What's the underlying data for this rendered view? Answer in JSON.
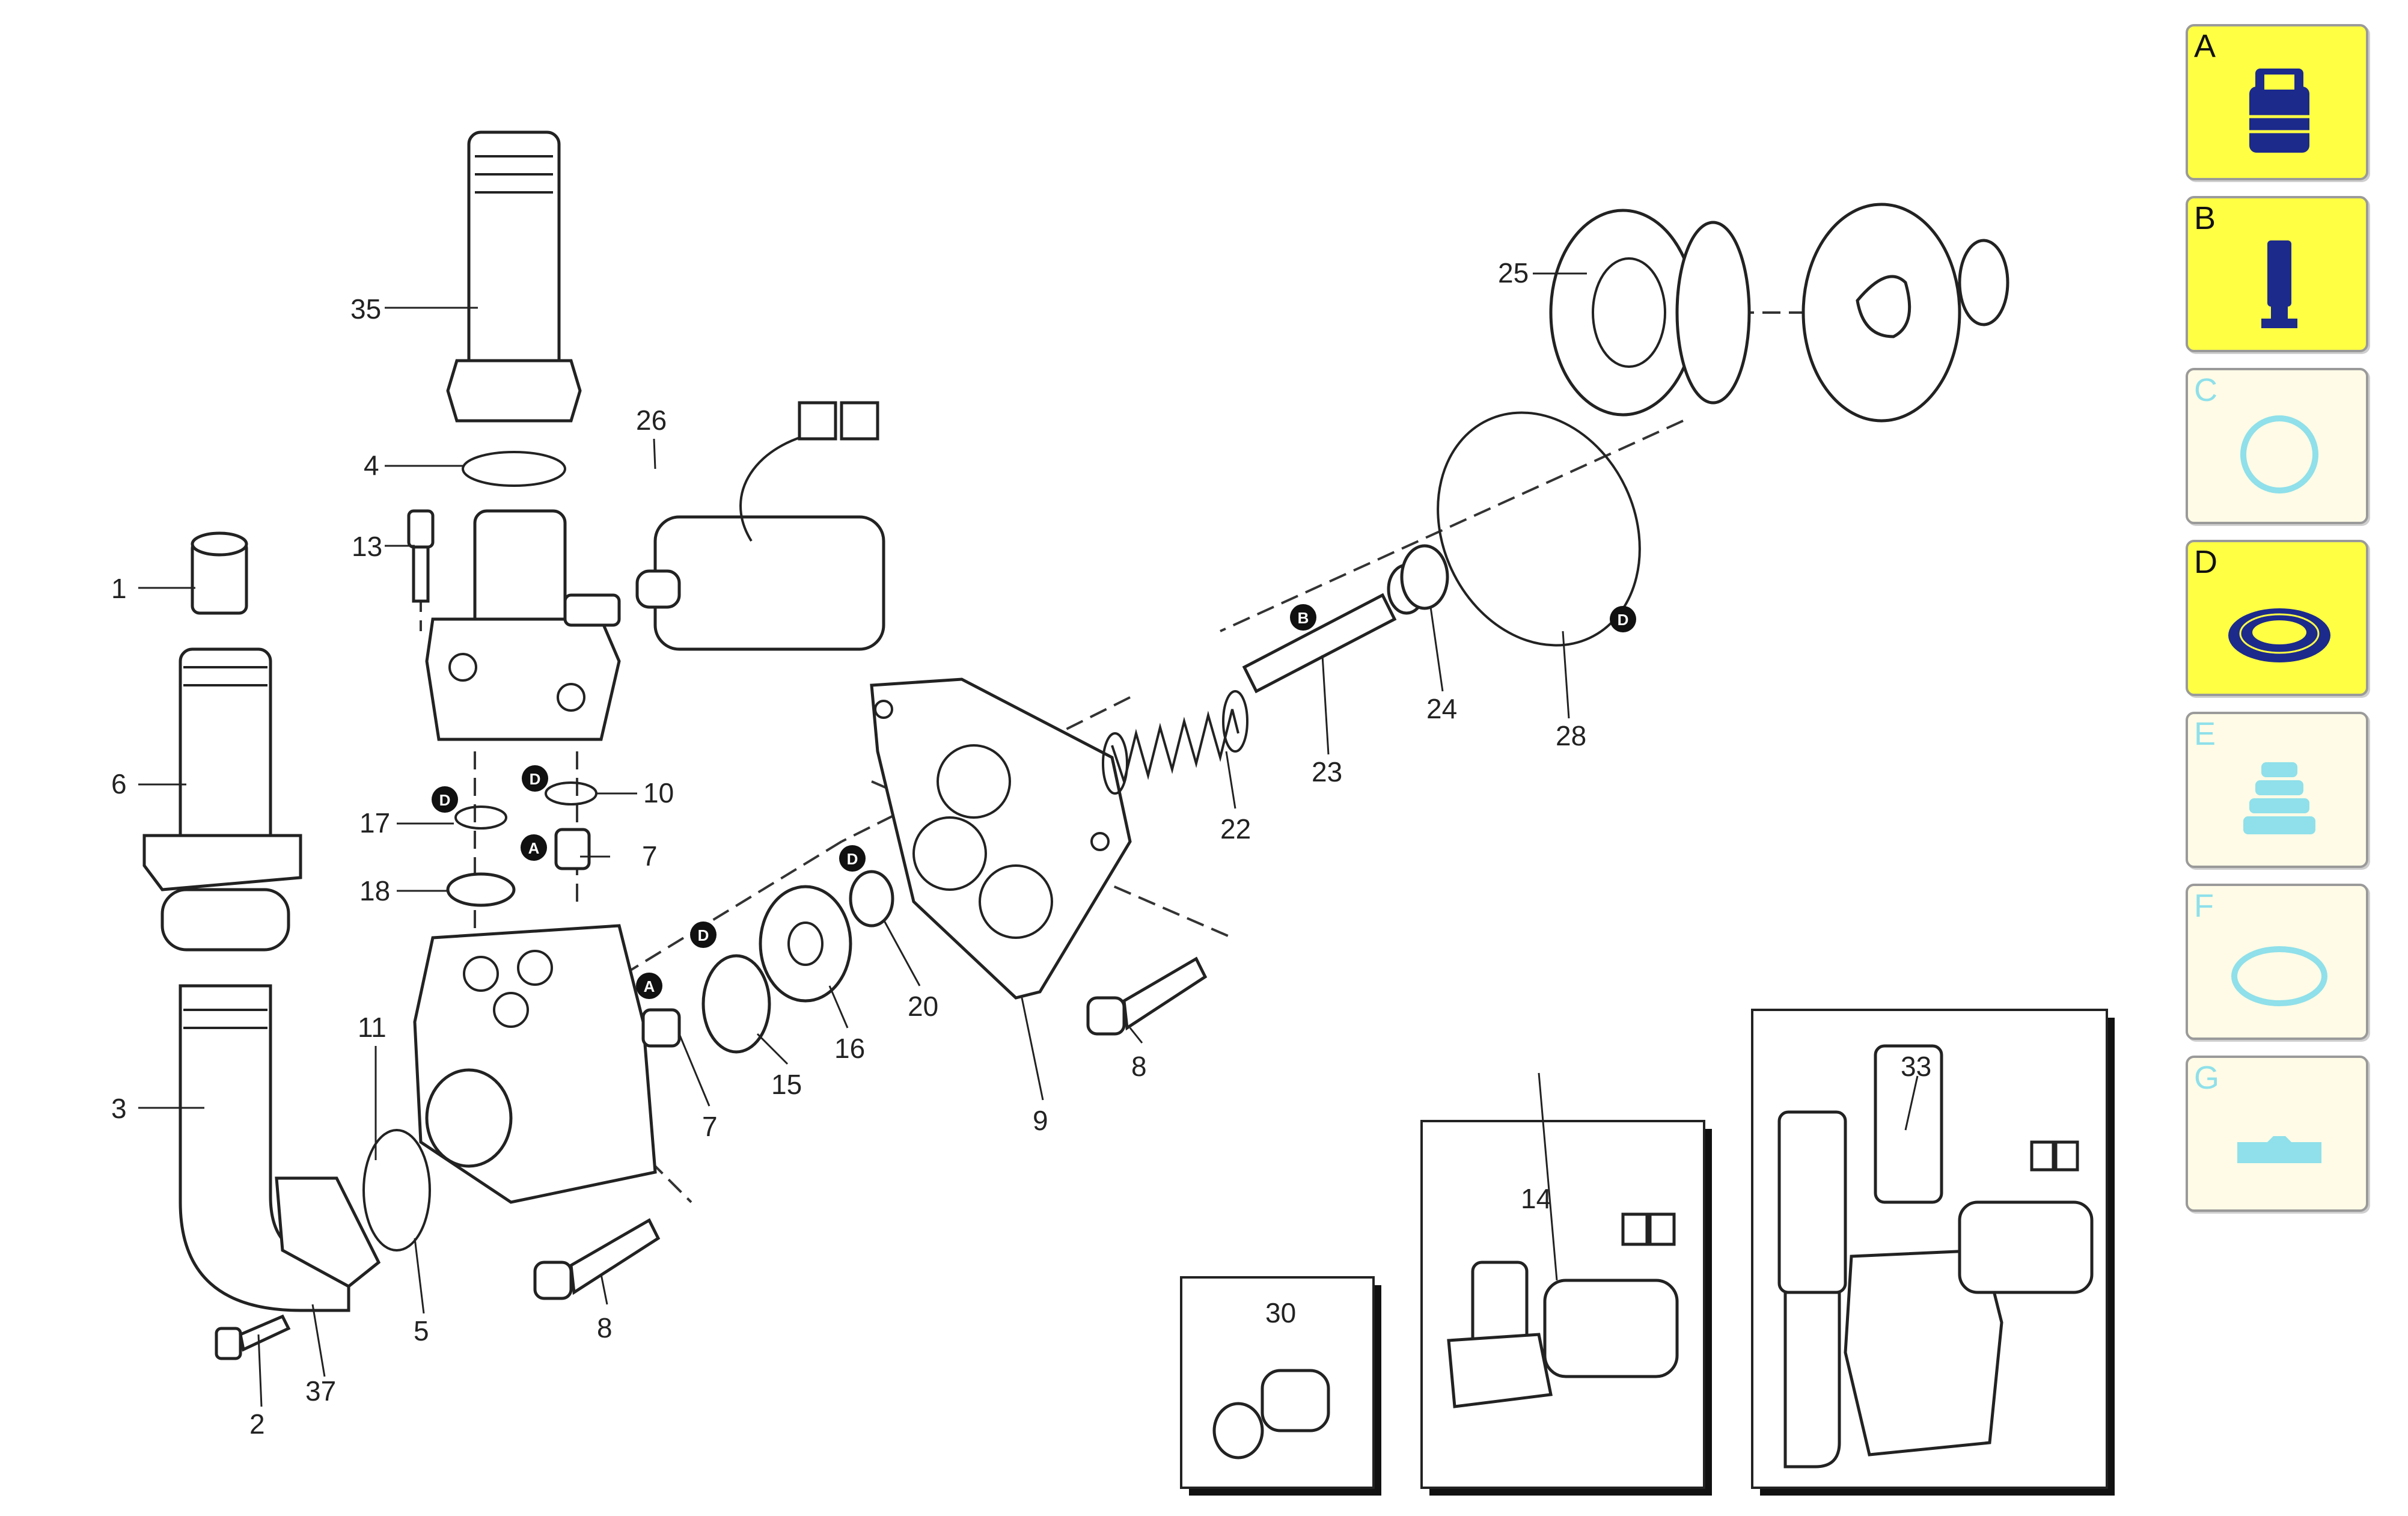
{
  "callouts": [
    "1",
    "2",
    "3",
    "4",
    "5",
    "6",
    "7",
    "7",
    "8",
    "8",
    "9",
    "10",
    "11",
    "13",
    "14",
    "15",
    "16",
    "17",
    "18",
    "20",
    "22",
    "23",
    "24",
    "25",
    "26",
    "28",
    "30",
    "33",
    "35",
    "37"
  ],
  "badges": [
    "A",
    "A",
    "B",
    "D",
    "D",
    "D",
    "D",
    "D"
  ],
  "legend": [
    {
      "letter": "A",
      "active": true,
      "icon": "valve-cap-icon"
    },
    {
      "letter": "B",
      "active": true,
      "icon": "piston-icon"
    },
    {
      "letter": "C",
      "active": false,
      "icon": "o-ring-icon"
    },
    {
      "letter": "D",
      "active": true,
      "icon": "seal-ring-icon"
    },
    {
      "letter": "E",
      "active": false,
      "icon": "bellows-icon"
    },
    {
      "letter": "F",
      "active": false,
      "icon": "gasket-icon"
    },
    {
      "letter": "G",
      "active": false,
      "icon": "shim-icon"
    }
  ],
  "colors": {
    "active_bg": "#ffff44",
    "inactive_bg": "#fffbe6",
    "active_icon": "#1c2a8c",
    "inactive_icon": "#8fe0ea"
  }
}
